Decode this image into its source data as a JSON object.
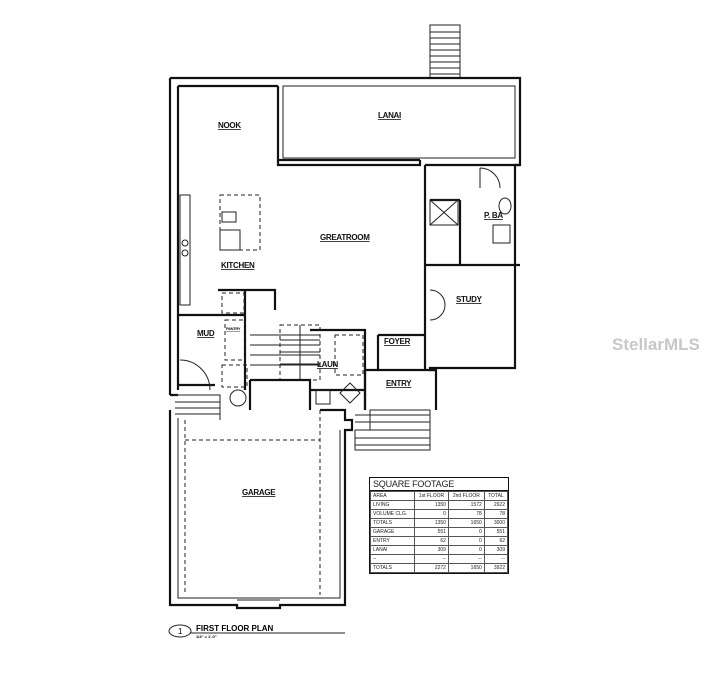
{
  "plan": {
    "title": "FIRST FLOOR PLAN",
    "scale": "1/4\" = 1'-0\"",
    "marker": "1",
    "rooms": {
      "nook": "NOOK",
      "lanai": "LANAI",
      "greatroom": "GREATROOM",
      "kitchen": "KITCHEN",
      "p_ba": "P. BA",
      "study": "STUDY",
      "mud": "MUD",
      "pantry": "PANTRY",
      "laun": "LAUN",
      "foyer": "FOYER",
      "entry": "ENTRY",
      "garage": "GARAGE"
    }
  },
  "square_footage": {
    "title": "SQUARE FOOTAGE",
    "headers": [
      "AREA",
      "1st FLOOR",
      "2nd FLOOR",
      "TOTAL"
    ],
    "rows": [
      [
        "LIVING",
        "1350",
        "1572",
        "2922"
      ],
      [
        "VOLUME CLG.",
        "0",
        "78",
        "78"
      ],
      [
        "TOTALS",
        "1350",
        "1650",
        "3000"
      ],
      [
        "GARAGE",
        "551",
        "0",
        "551"
      ],
      [
        "ENTRY",
        "62",
        "0",
        "62"
      ],
      [
        "LANAI",
        "309",
        "0",
        "309"
      ],
      [
        "--",
        "--",
        "--",
        "--"
      ],
      [
        "TOTALS",
        "2272",
        "1650",
        "3922"
      ]
    ]
  },
  "watermark": "StellarMLS"
}
